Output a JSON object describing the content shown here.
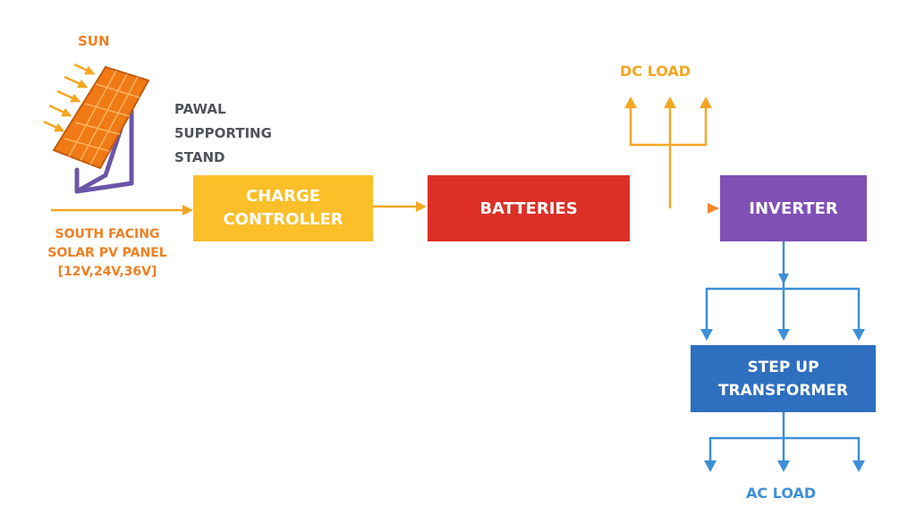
{
  "colors": {
    "sun_text": "#f07f22",
    "stand_text": "#4f545c",
    "charge_controller": "#fbbf2a",
    "batteries": "#dc3027",
    "inverter": "#8050b4",
    "step_up_transformer": "#2f6fbf",
    "dc_wire": "#f5a623",
    "ac_wire": "#3d8fd8"
  },
  "labels": {
    "sun": "SUN",
    "stand": [
      "PAWAL",
      "5UPPORTING",
      "STAND"
    ],
    "pv_panel": [
      "SOUTH FACING",
      "SOLAR PV PANEL",
      "[12V,24V,36V]"
    ],
    "dc_load": "DC LOAD",
    "ac_load": "AC LOAD"
  },
  "blocks": {
    "charge_controller": [
      "CHARGE",
      "CONTROLLER"
    ],
    "batteries": "BATTERIES",
    "inverter": "INVERTER",
    "step_up_transformer": [
      "STEP UP",
      "TRANSFORMER"
    ]
  },
  "icons": {
    "solar_panel": "solar-panel-icon",
    "sun_rays": "sun-rays-icon"
  }
}
